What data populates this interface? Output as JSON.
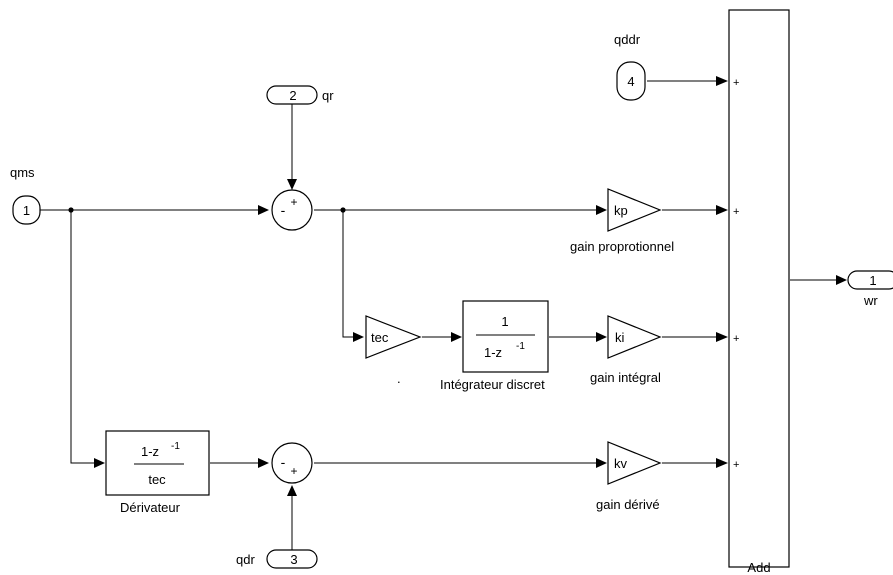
{
  "ports": {
    "in_qms": {
      "number": "1",
      "label": "qms"
    },
    "in_qr": {
      "number": "2",
      "label": "qr"
    },
    "in_qdr": {
      "number": "3",
      "label": "qdr"
    },
    "in_qddr": {
      "number": "4",
      "label": "qddr"
    },
    "out_wr": {
      "number": "1",
      "label": "wr"
    }
  },
  "sums": {
    "top": {
      "signs": [
        "+",
        "-"
      ]
    },
    "bottom": {
      "signs": [
        "-",
        "+"
      ]
    }
  },
  "gains": {
    "kp": {
      "text": "kp",
      "caption": "gain proprotionnel"
    },
    "ki": {
      "text": "ki",
      "caption": "gain intégral"
    },
    "kv": {
      "text": "kv",
      "caption": "gain dérivé"
    },
    "tec": {
      "text": "tec"
    }
  },
  "blocks": {
    "integrator": {
      "num": "1",
      "den_base": "1-z",
      "den_exp": "-1",
      "caption": "Intégrateur discret"
    },
    "derivative": {
      "num_base": "1-z",
      "num_exp": "-1",
      "den": "tec",
      "caption": "Dérivateur"
    },
    "add": {
      "caption": "Add",
      "signs": [
        "+",
        "+",
        "+",
        "+"
      ]
    }
  },
  "misc": {
    "dot": "."
  }
}
